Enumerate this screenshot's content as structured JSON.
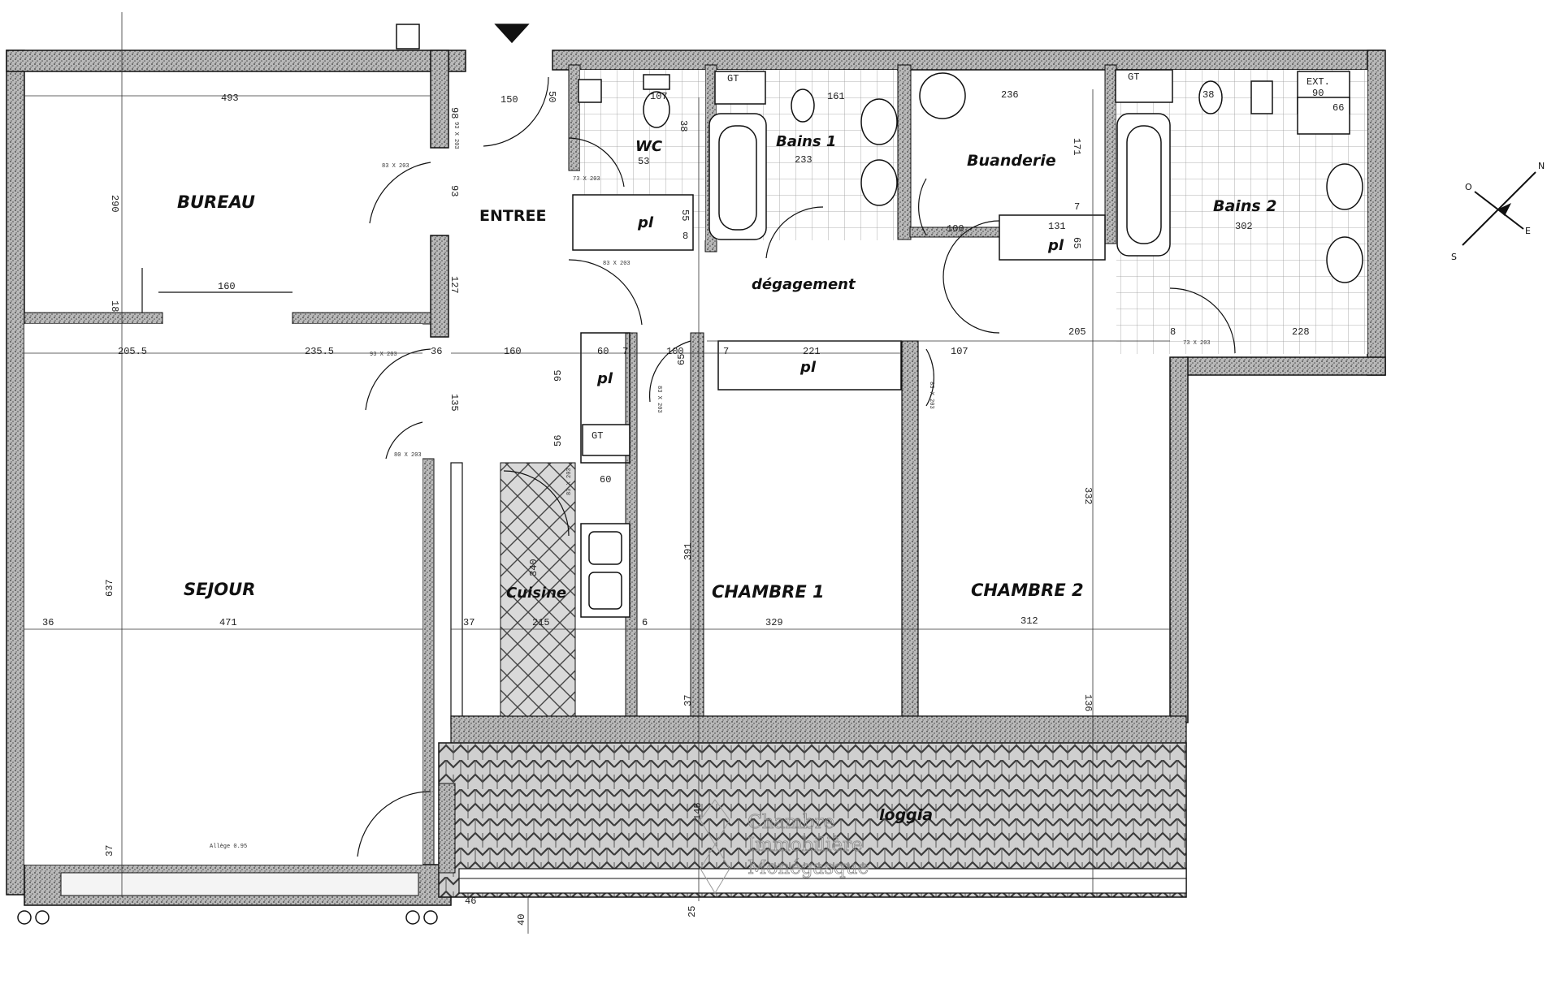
{
  "rooms": {
    "bureau": "BUREAU",
    "entree": "ENTREE",
    "wc": "WC",
    "bains1": "Bains 1",
    "buanderie": "Buanderie",
    "bains2": "Bains 2",
    "degagement": "dégagement",
    "sejour": "SEJOUR",
    "cuisine": "Cuisine",
    "chambre1": "CHAMBRE 1",
    "chambre2": "CHAMBRE 2",
    "loggia": "loggia"
  },
  "fixtures": {
    "pl": "pl",
    "gt": "GT",
    "ext": "EXT."
  },
  "compass": {
    "n": "N",
    "o": "O",
    "e": "E",
    "s": "S"
  },
  "watermark": [
    "Chambre",
    "Immobilière",
    "Monégasque"
  ],
  "dims": {
    "bureau_w": "493",
    "bureau_h": "290",
    "bureau_open": "160",
    "bureau_18": "18",
    "entree_150": "150",
    "entree_50": "50",
    "entree_98": "98",
    "entree_93": "93",
    "entree_127": "127",
    "entree_135": "135",
    "entree_160": "160",
    "entree_36": "36",
    "wc_107": "107",
    "wc_53": "53",
    "wc_38": "38",
    "bains1_233": "233",
    "bains1_161": "161",
    "pl1_55": "55",
    "pl1_8": "8",
    "buand_236": "236",
    "buand_171": "171",
    "buand_100": "100",
    "buand_7": "7",
    "pl2_131": "131",
    "pl2_65": "65",
    "bains2_38": "38",
    "bains2_302": "302",
    "bains2_228": "228",
    "ext_90": "90",
    "ext_66": "66",
    "sej_2055": "205.5",
    "sej_2355": "235.5",
    "sej_36": "36",
    "sej_471": "471",
    "sej_637": "637",
    "sej_37": "37",
    "cuis_60": "60",
    "cuis_7": "7",
    "cuis_95": "95",
    "cuis_56": "56",
    "cuis_60b": "60",
    "cuis_340": "340",
    "cuis_215": "215",
    "cuis_37": "37",
    "ch1_100": "100",
    "ch1_65": "65",
    "ch1_7": "7",
    "ch1_221": "221",
    "ch1_391": "391",
    "ch1_6": "6",
    "ch1_329": "329",
    "ch1_37": "37",
    "ch2_107": "107",
    "ch2_205": "205",
    "ch2_8": "8",
    "ch2_332": "332",
    "ch2_312": "312",
    "ch2_136": "136",
    "log_145": "145",
    "log_40": "40",
    "log_25": "25",
    "log_46": "46",
    "allege": "Allège 0.95"
  },
  "door_tags": [
    "93 X 203",
    "83 X 203",
    "73 X 203",
    "83 X 203",
    "93 X 203",
    "80 X 203",
    "83 X 203",
    "83 X 203",
    "83 X 203",
    "73 X 203"
  ]
}
